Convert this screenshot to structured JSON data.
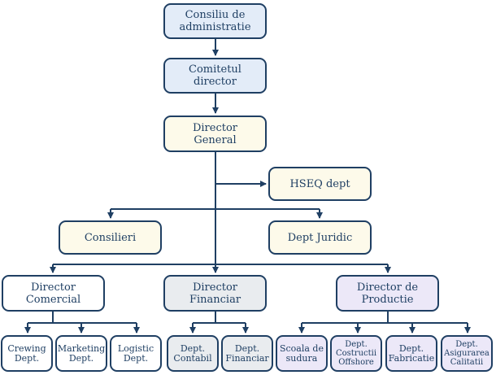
{
  "org": {
    "board": "Consiliu de\nadministratie",
    "committee": "Comitetul\ndirector",
    "general_director": "Director\nGeneral",
    "hseq": "HSEQ dept",
    "advisors": "Consilieri",
    "legal": "Dept Juridic",
    "commercial_director": "Director\nComercial",
    "financial_director": "Director\nFinanciar",
    "production_director": "Director de\nProductie",
    "crewing": "Crewing\nDept.",
    "marketing": "Marketing\nDept.",
    "logistic": "Logistic\nDept.",
    "accounting": "Dept.\nContabil",
    "finance": "Dept.\nFinanciar",
    "welding_school": "Scoala de\nsudura",
    "offshore": "Dept.\nCostructii\nOffshore",
    "fabrication": "Dept.\nFabricatie",
    "quality": "Dept.\nAsigurarea\nCalitatii"
  },
  "colors": {
    "border": "#1f3f63",
    "line": "#1f3f63",
    "blue_fill": "#e3ecf8",
    "cream_fill": "#fdfaea",
    "gray_fill": "#e9ecef",
    "lavender_fill": "#ece8f8",
    "white_fill": "#ffffff"
  }
}
